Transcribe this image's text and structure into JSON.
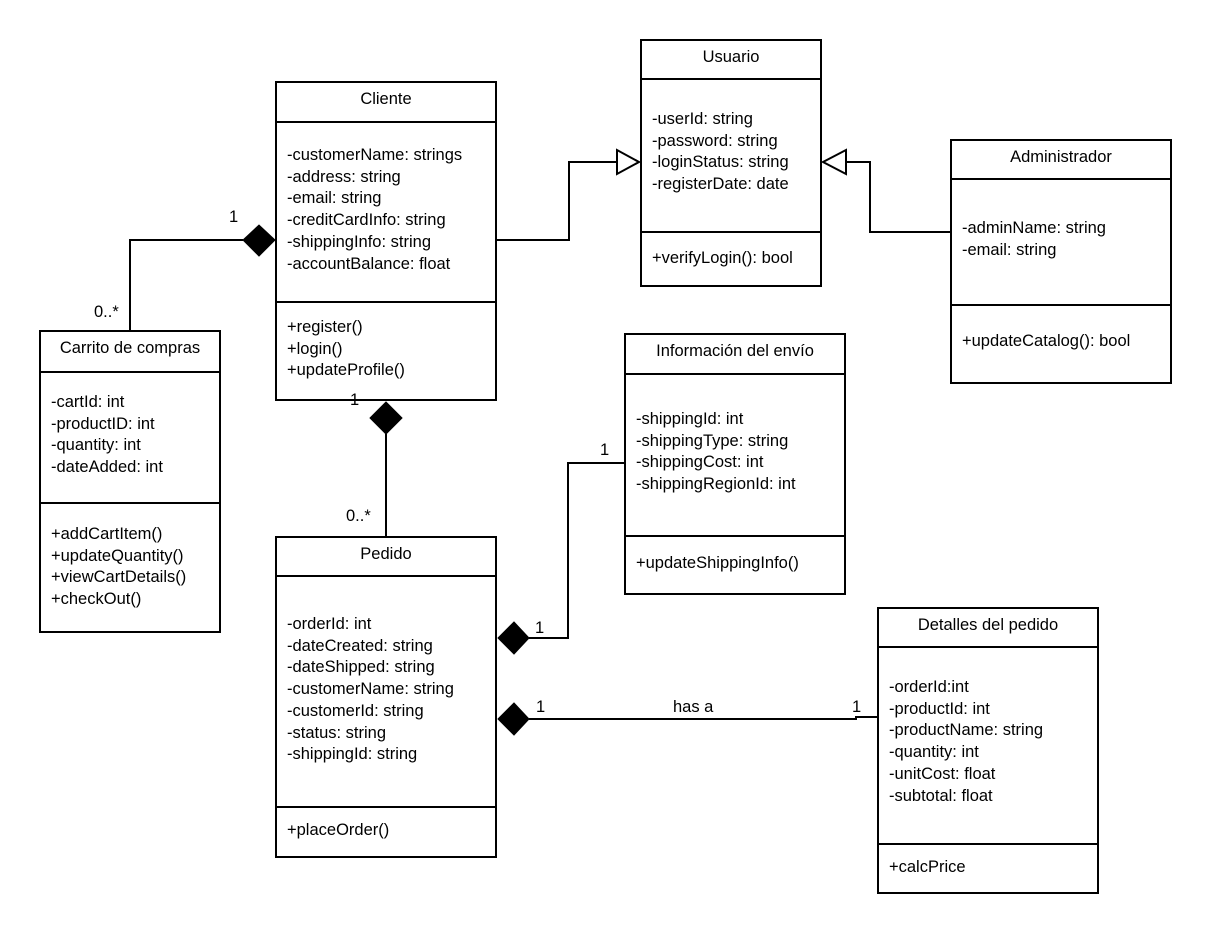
{
  "classes": {
    "usuario": {
      "name": "Usuario",
      "attributes": [
        "-userId: string",
        "-password: string",
        "-loginStatus: string",
        "-registerDate: date"
      ],
      "operations": [
        "+verifyLogin(): bool"
      ]
    },
    "cliente": {
      "name": "Cliente",
      "attributes": [
        "-customerName: strings",
        "-address: string",
        "-email: string",
        "-creditCardInfo: string",
        "-shippingInfo: string",
        "-accountBalance: float"
      ],
      "operations": [
        "+register()",
        "+login()",
        "+updateProfile()"
      ]
    },
    "administrador": {
      "name": "Administrador",
      "attributes": [
        "-adminName: string",
        "-email: string"
      ],
      "operations": [
        "+updateCatalog(): bool"
      ]
    },
    "carrito": {
      "name": "Carrito de compras",
      "attributes": [
        "-cartId: int",
        "-productID: int",
        "-quantity: int",
        "-dateAdded: int"
      ],
      "operations": [
        "+addCartItem()",
        "+updateQuantity()",
        "+viewCartDetails()",
        "+checkOut()"
      ]
    },
    "envio": {
      "name": "Información del envío",
      "attributes": [
        "-shippingId: int",
        "-shippingType: string",
        "-shippingCost: int",
        "-shippingRegionId: int"
      ],
      "operations": [
        "+updateShippingInfo()"
      ]
    },
    "pedido": {
      "name": "Pedido",
      "attributes": [
        "-orderId: int",
        "-dateCreated: string",
        "-dateShipped: string",
        "-customerName: string",
        "-customerId: string",
        "-status: string",
        "-shippingId: string"
      ],
      "operations": [
        "+placeOrder()"
      ]
    },
    "detalles": {
      "name": "Detalles del pedido",
      "attributes": [
        "-orderId:int",
        "-productId: int",
        "-productName: string",
        "-quantity: int",
        "-unitCost: float",
        "-subtotal: float"
      ],
      "operations": [
        "+calcPrice"
      ]
    }
  },
  "relationships": [
    {
      "type": "generalization",
      "from": "Cliente",
      "to": "Usuario"
    },
    {
      "type": "generalization",
      "from": "Administrador",
      "to": "Usuario"
    },
    {
      "type": "composition",
      "whole": "Cliente",
      "part": "Carrito de compras",
      "whole_multiplicity": "1",
      "part_multiplicity": "0..*"
    },
    {
      "type": "composition",
      "whole": "Cliente",
      "part": "Pedido",
      "whole_multiplicity": "1",
      "part_multiplicity": "0..*"
    },
    {
      "type": "composition",
      "whole": "Pedido",
      "part": "Información del envío",
      "whole_multiplicity": "1",
      "part_multiplicity": "1"
    },
    {
      "type": "composition",
      "whole": "Pedido",
      "part": "Detalles del pedido",
      "whole_multiplicity": "1",
      "part_multiplicity": "1",
      "label": "has a"
    }
  ],
  "labels": {
    "cliente_carrito_whole": "1",
    "cliente_carrito_part": "0..*",
    "cliente_pedido_whole": "1",
    "cliente_pedido_part": "0..*",
    "pedido_envio_part": "1",
    "pedido_envio_whole": "1",
    "pedido_detalles_whole": "1",
    "pedido_detalles_part": "1",
    "pedido_detalles_name": "has a"
  },
  "colors": {
    "stroke": "#000000",
    "background": "#ffffff"
  }
}
